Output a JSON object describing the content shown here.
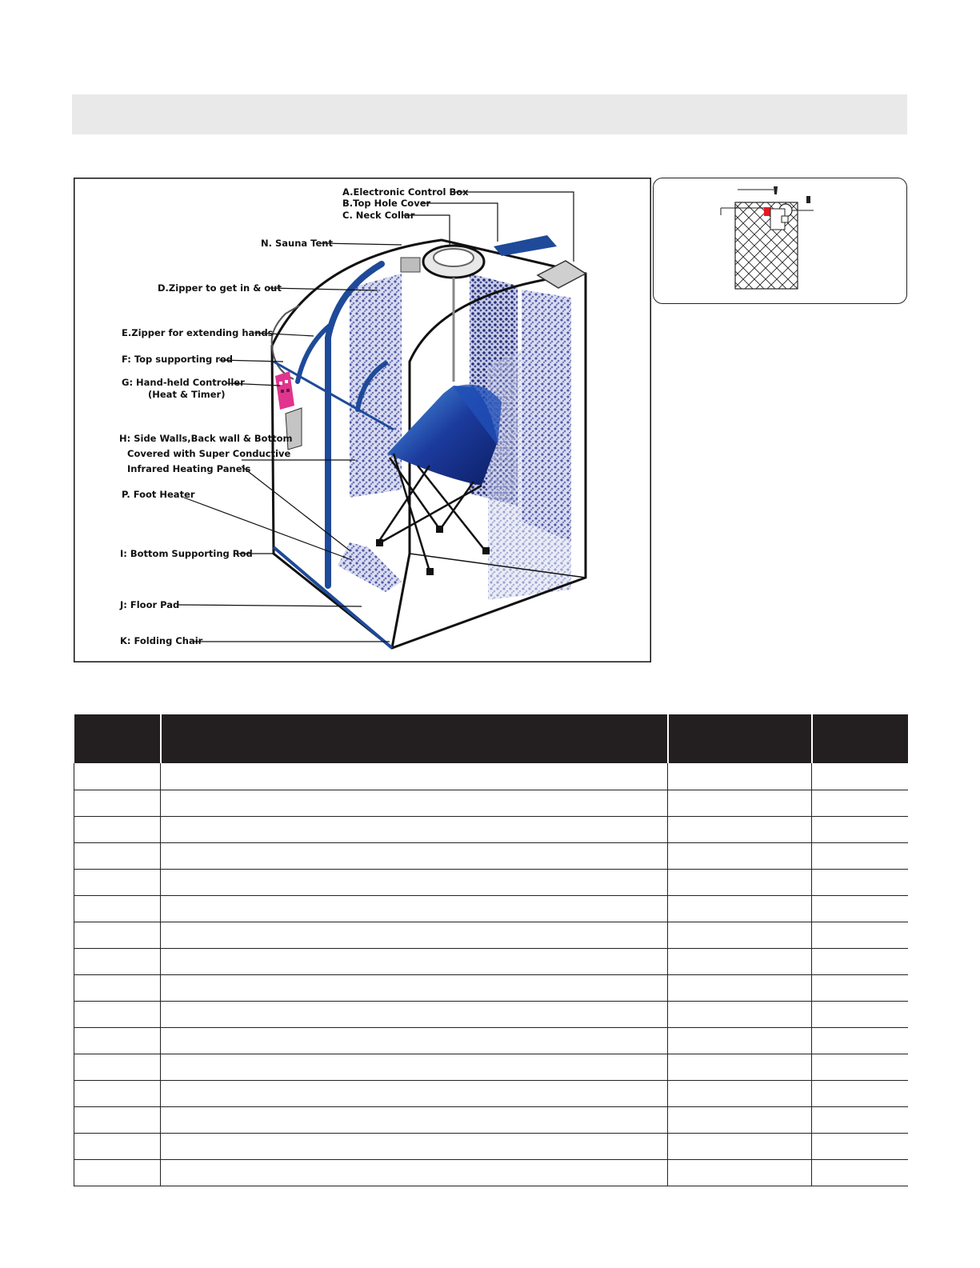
{
  "diagram": {
    "labels": {
      "a": "A.Electronic Control Box",
      "b": "B.Top Hole Cover",
      "c": "C. Neck Collar",
      "n": "N. Sauna Tent",
      "d": "D.Zipper to get in & out",
      "e": "E.Zipper for extending hands",
      "f": "F: Top supporting rod",
      "g1": "G: Hand-held Controller",
      "g2": "(Heat & Timer)",
      "h1": "H: Side Walls,Back wall & Bottom",
      "h2": "Covered with Super Conductive",
      "h3": "Infrared Heating Panels",
      "p": "P. Foot Heater",
      "i": "I: Bottom Supporting Rod",
      "j": "J: Floor Pad",
      "k": "K: Folding Chair"
    },
    "colors": {
      "frame": "#1e4a99",
      "panel": "#8c92c8",
      "chair": "#1c3b9e",
      "controller": "#e0358e"
    }
  },
  "parts_table": {
    "columns": [
      "",
      "",
      "",
      ""
    ],
    "rows": [
      [
        "",
        "",
        "",
        ""
      ],
      [
        "",
        "",
        "",
        ""
      ],
      [
        "",
        "",
        "",
        ""
      ],
      [
        "",
        "",
        "",
        ""
      ],
      [
        "",
        "",
        "",
        ""
      ],
      [
        "",
        "",
        "",
        ""
      ],
      [
        "",
        "",
        "",
        ""
      ],
      [
        "",
        "",
        "",
        ""
      ],
      [
        "",
        "",
        "",
        ""
      ],
      [
        "",
        "",
        "",
        ""
      ],
      [
        "",
        "",
        "",
        ""
      ],
      [
        "",
        "",
        "",
        ""
      ],
      [
        "",
        "",
        "",
        ""
      ],
      [
        "",
        "",
        "",
        ""
      ],
      [
        "",
        "",
        "",
        ""
      ],
      [
        "",
        "",
        "",
        ""
      ]
    ]
  }
}
